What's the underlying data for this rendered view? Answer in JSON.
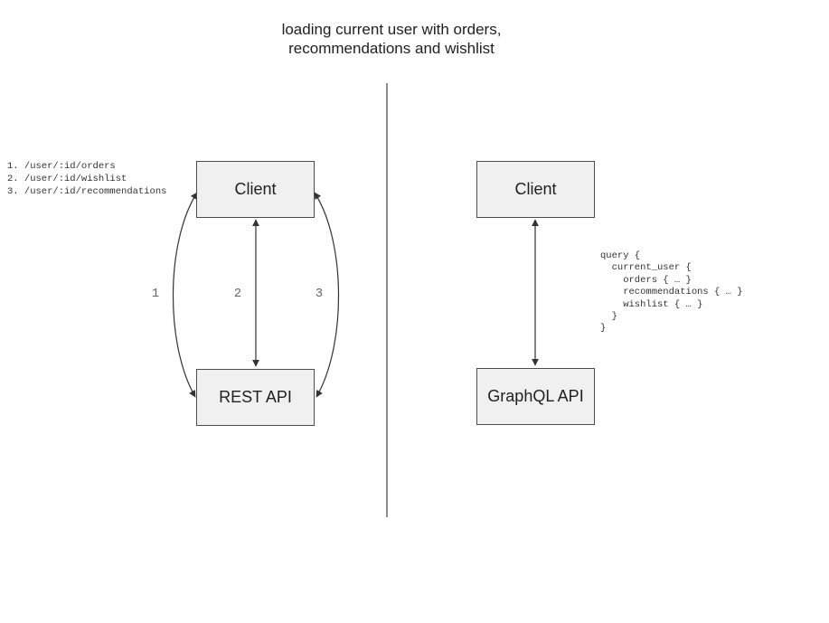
{
  "title": {
    "line1": "loading current user with orders,",
    "line2": "recommendations and wishlist"
  },
  "rest_panel": {
    "endpoints": [
      "1. /user/:id/orders",
      "2. /user/:id/wishlist",
      "3. /user/:id/recommendations"
    ],
    "client_label": "Client",
    "api_label": "REST API",
    "arrow_labels": [
      "1",
      "2",
      "3"
    ]
  },
  "graphql_panel": {
    "client_label": "Client",
    "api_label": "GraphQL API",
    "query_lines": [
      "query {",
      "  current_user {",
      "    orders { … }",
      "    recommendations { … }",
      "    wishlist { … }",
      "  }",
      "}"
    ]
  },
  "colors": {
    "background": "#ffffff",
    "box_fill": "#f0f0f0",
    "box_border": "#4d4d4d",
    "arrow_stroke": "#333333",
    "divider": "#666666",
    "title_text": "#1f1f1f",
    "mono_text": "#333333",
    "arrow_number_text": "#666666"
  }
}
